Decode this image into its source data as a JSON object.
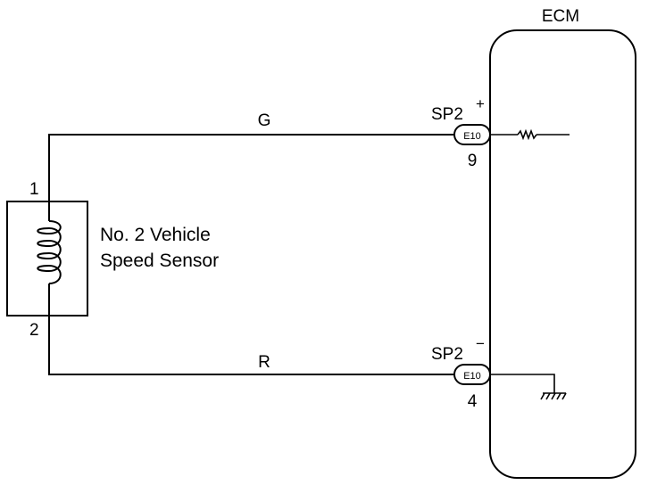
{
  "ecm": {
    "title": "ECM"
  },
  "sensor": {
    "name_line1": "No. 2 Vehicle",
    "name_line2": "Speed Sensor",
    "pin_top": "1",
    "pin_bottom": "2"
  },
  "wires": {
    "top_color": "G",
    "bottom_color": "R"
  },
  "terminals": {
    "top": {
      "name": "SP2",
      "sign": "+",
      "connector": "E10",
      "pin": "9"
    },
    "bottom": {
      "name": "SP2",
      "sign": "−",
      "connector": "E10",
      "pin": "4"
    }
  }
}
